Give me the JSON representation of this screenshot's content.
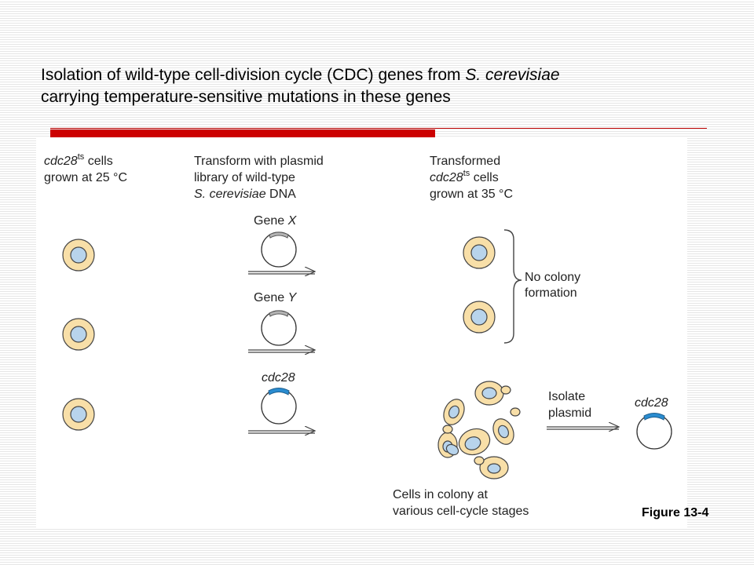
{
  "title": {
    "line1_prefix": "Isolation of wild-type cell-division cycle (CDC) genes from ",
    "line1_species": "S. cerevisiae",
    "line2": "carrying temperature-sensitive mutations in these genes"
  },
  "figure_label": "Figure 13-4",
  "column1": {
    "line1_gene": "cdc28",
    "line1_sup": "ts",
    "line1_rest": " cells",
    "line2": "grown at 25 °C"
  },
  "column2": {
    "line1": "Transform with plasmid",
    "line2": "library of wild-type",
    "line3_species": "S. cerevisiae",
    "line3_rest": " DNA"
  },
  "column3": {
    "line1": "Transformed",
    "line2_gene": "cdc28",
    "line2_sup": "ts",
    "line2_rest": " cells",
    "line3": "grown at 35 °C"
  },
  "plasmids": [
    {
      "label_prefix": "Gene ",
      "label_italic": "X"
    },
    {
      "label_prefix": "Gene ",
      "label_italic": "Y"
    },
    {
      "label_prefix": "",
      "label_italic": "cdc28"
    }
  ],
  "no_colony": {
    "line1": "No colony",
    "line2": "formation"
  },
  "isolate": {
    "line1": "Isolate",
    "line2": "plasmid"
  },
  "isolated_plasmid_label": "cdc28",
  "colony_caption": {
    "line1": "Cells in colony at",
    "line2": "various cell-cycle stages"
  },
  "colors": {
    "cell_wall": "#f8dfa8",
    "nucleus": "#b8d4ec",
    "insert_gray": "#b4b4b4",
    "insert_blue": "#2a8cd0",
    "accent_red": "#cc0000"
  }
}
